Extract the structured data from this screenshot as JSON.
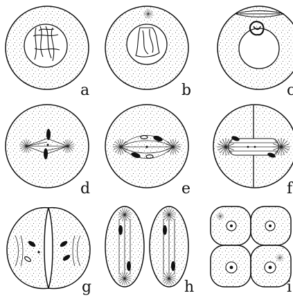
{
  "figure": {
    "panels": [
      {
        "id": "a",
        "label": "a"
      },
      {
        "id": "b",
        "label": "b"
      },
      {
        "id": "c",
        "label": "c"
      },
      {
        "id": "d",
        "label": "d"
      },
      {
        "id": "e",
        "label": "e"
      },
      {
        "id": "f",
        "label": "f"
      },
      {
        "id": "g",
        "label": "g"
      },
      {
        "id": "h",
        "label": "h"
      },
      {
        "id": "i",
        "label": "i"
      }
    ]
  },
  "colors": {
    "ink": "#111111",
    "background": "#ffffff"
  }
}
